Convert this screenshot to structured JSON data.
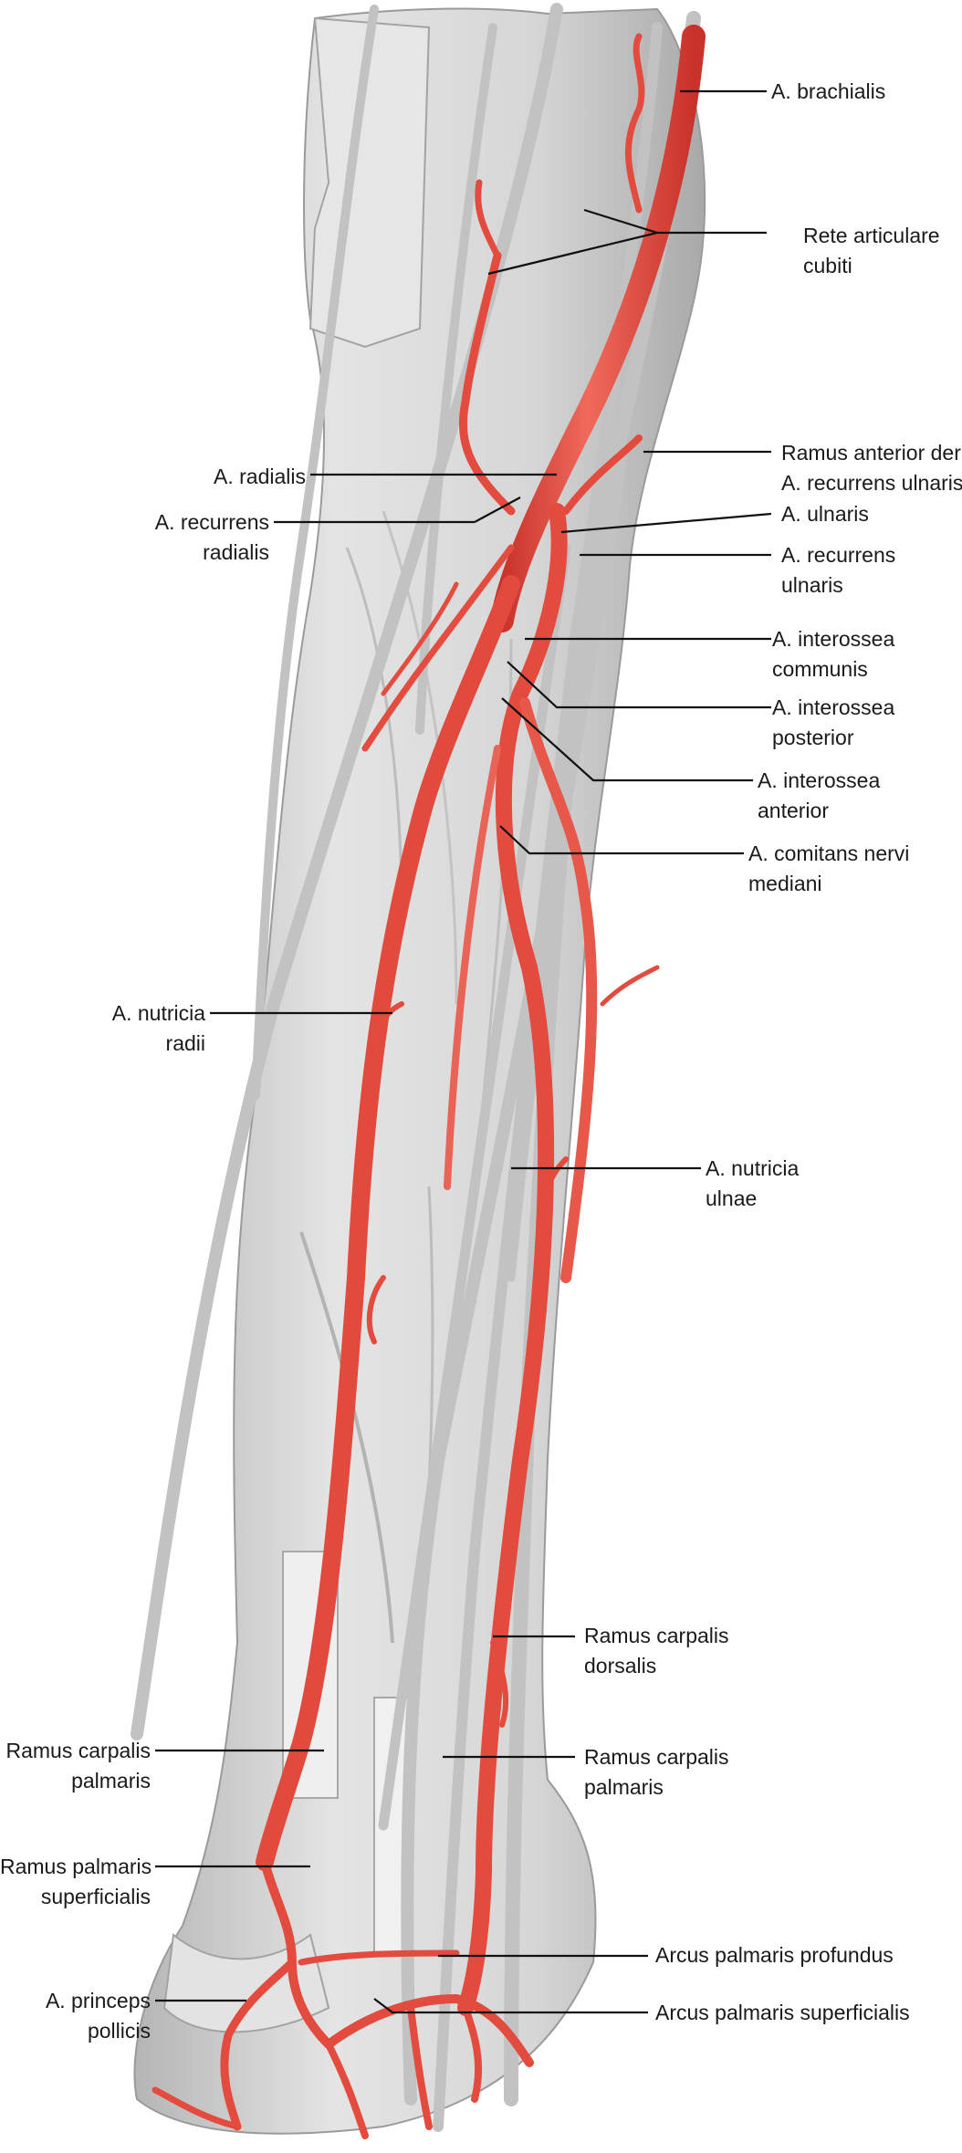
{
  "colors": {
    "artery": "#e8463a",
    "artery_dark": "#c63128",
    "tissue": "#dcdcdc",
    "tissue_shadow": "#b9b9b9",
    "nerve_band": "#c9c9c9",
    "leader": "#111111"
  },
  "labels": {
    "brachialis": [
      "A. brachialis"
    ],
    "rete": [
      "Rete articulare",
      "cubiti"
    ],
    "radialis": [
      "A. radialis"
    ],
    "ramus_anterior": [
      "Ramus anterior der",
      "A. recurrens ulnaris"
    ],
    "recurrens_radialis": [
      "A. recurrens",
      "radialis"
    ],
    "ulnaris": [
      "A. ulnaris"
    ],
    "recurrens_ulnaris": [
      "A. recurrens",
      "ulnaris"
    ],
    "interossea_communis": [
      "A. interossea",
      "communis"
    ],
    "interossea_posterior": [
      "A. interossea",
      "posterior"
    ],
    "interossea_anterior": [
      "A. interossea",
      "anterior"
    ],
    "comitans": [
      "A. comitans nervi",
      "mediani"
    ],
    "nutricia_radii": [
      "A. nutricia",
      "radii"
    ],
    "nutricia_ulnae": [
      "A. nutricia",
      "ulnae"
    ],
    "carpalis_dorsalis": [
      "Ramus carpalis",
      "dorsalis"
    ],
    "carpalis_palmaris_left": [
      "Ramus carpalis",
      "palmaris"
    ],
    "carpalis_palmaris_right": [
      "Ramus carpalis",
      "palmaris"
    ],
    "palmaris_superficialis": [
      "Ramus palmaris",
      "superficialis"
    ],
    "arcus_profundus": [
      "Arcus palmaris profundus"
    ],
    "princeps": [
      "A. princeps",
      "pollicis"
    ],
    "arcus_superficialis": [
      "Arcus palmaris superficialis"
    ]
  }
}
